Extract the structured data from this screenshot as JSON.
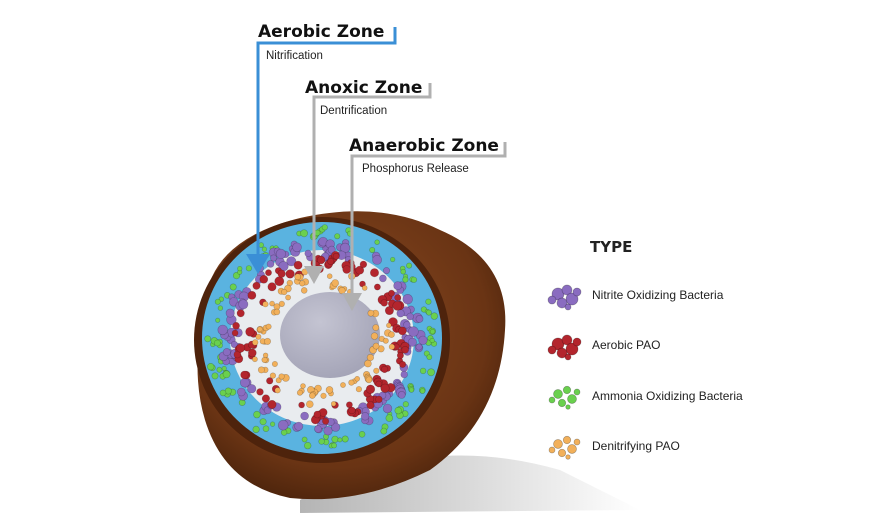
{
  "zones": [
    {
      "title": "Aerobic Zone",
      "subtitle": "Nitrification"
    },
    {
      "title": "Anoxic Zone",
      "subtitle": "Dentrification"
    },
    {
      "title": "Anaerobic Zone",
      "subtitle": "Phosphorus Release"
    }
  ],
  "legend": {
    "title": "TYPE",
    "items": [
      {
        "label": "Nitrite Oxidizing Bacteria",
        "color": "#8a6cc0"
      },
      {
        "label": "Aerobic PAO",
        "color": "#b3252d"
      },
      {
        "label": "Ammonia Oxidizing Bacteria",
        "color": "#6ad04e"
      },
      {
        "label": "Denitrifying PAO",
        "color": "#f2b05a"
      }
    ]
  },
  "colors": {
    "shell": "#5a2c12",
    "aerobic_layer": "#5ab3e0",
    "anoxic_layer": "#e9ecef",
    "anaerobic_core": "#b3b3c3",
    "pointer_aerobic": "#3a8fd6",
    "pointer_other": "#9a9a9a"
  }
}
